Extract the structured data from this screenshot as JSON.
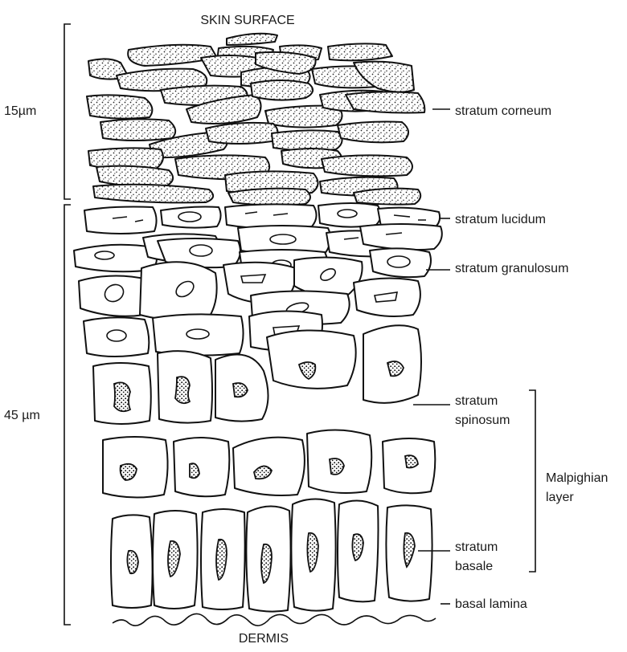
{
  "diagram": {
    "top_label": "SKIN SURFACE",
    "bottom_label": "DERMIS",
    "scale_top": "15µm",
    "scale_bottom": "45 µm",
    "layers": {
      "corneum": "stratum corneum",
      "lucidum": "stratum lucidum",
      "granulosum": "stratum granulosum",
      "spinosum_line1": "stratum",
      "spinosum_line2": "spinosum",
      "basale_line1": "stratum",
      "basale_line2": "basale",
      "lamina": "basal lamina"
    },
    "group": {
      "line1": "Malpighian",
      "line2": "layer"
    }
  }
}
